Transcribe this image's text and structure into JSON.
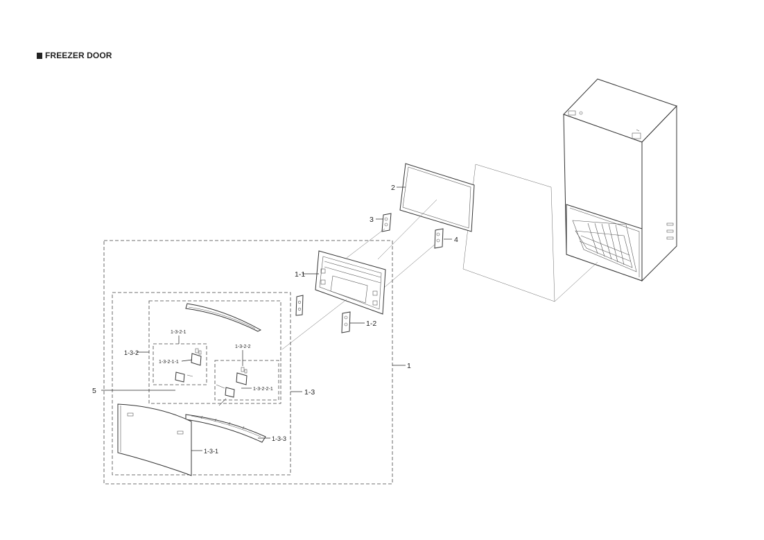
{
  "header": {
    "title": "FREEZER DOOR"
  },
  "labels": {
    "p1": "1",
    "p1_1": "1-1",
    "p1_2": "1-2",
    "p1_3": "1-3",
    "p1_3_1": "1-3-1",
    "p1_3_2": "1-3-2",
    "p1_3_2_1": "1-3-2-1",
    "p1_3_2_1_1": "1-3-2-1-1",
    "p1_3_2_2": "1-3-2-2",
    "p1_3_2_2_1": "1-3-2-2-1",
    "p1_3_3": "1-3-3",
    "p2": "2",
    "p3": "3",
    "p4": "4",
    "p5": "5"
  }
}
